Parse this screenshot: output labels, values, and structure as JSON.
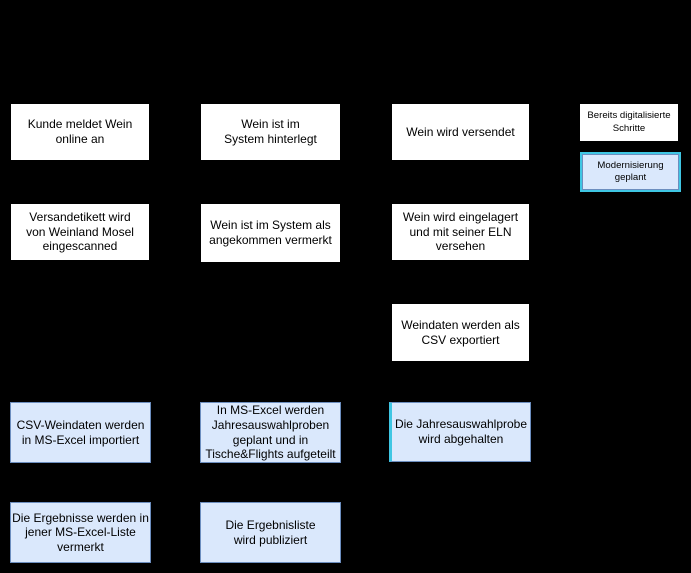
{
  "diagram": {
    "colors": {
      "background": "#000000",
      "box_fill_white": "#ffffff",
      "box_fill_blue": "#dae8fc",
      "box_border_blue": "#6c8ebf",
      "box_border_black": "#000000",
      "highlight_cyan": "#3fc6e3",
      "text": "#000000"
    },
    "nodes": [
      {
        "id": "kunde-anmeldung",
        "status": "digitized",
        "label": "Kunde meldet Wein\nonline an"
      },
      {
        "id": "system-hinterlegt",
        "status": "digitized",
        "label": "Wein ist im\nSystem hinterlegt"
      },
      {
        "id": "wein-versendet",
        "status": "digitized",
        "label": "Wein wird versendet"
      },
      {
        "id": "etikett-eingescanned",
        "status": "digitized",
        "label": "Versandetikett wird\nvon Weinland Mosel\neingescanned"
      },
      {
        "id": "angekommen-vermerkt",
        "status": "digitized",
        "label": "Wein ist im System als\nangekommen vermerkt"
      },
      {
        "id": "eingelagert-eln",
        "status": "digitized",
        "label": "Wein wird eingelagert\nund mit seiner ELN\nversehen"
      },
      {
        "id": "csv-export",
        "status": "digitized",
        "label": "Weindaten werden als\nCSV exportiert"
      },
      {
        "id": "excel-import",
        "status": "planned",
        "label": "CSV-Weindaten werden\nin MS-Excel importiert"
      },
      {
        "id": "excel-planung",
        "status": "planned",
        "label": "In MS-Excel werden\nJahresauswahlproben\ngeplant und in\nTische&Flights aufgeteilt"
      },
      {
        "id": "jahresauswahlprobe",
        "status": "planned",
        "label": "Die Jahresauswahlprobe\nwird abgehalten"
      },
      {
        "id": "ergebnisse-vermerkt",
        "status": "planned",
        "label": "Die Ergebnisse werden in\njener MS-Excel-Liste\nvermerkt"
      },
      {
        "id": "ergebnisliste-publiziert",
        "status": "planned",
        "label": "Die Ergebnisliste\nwird publiziert"
      }
    ],
    "legend": [
      {
        "id": "digitized",
        "label": "Bereits digitalisierte\nSchritte"
      },
      {
        "id": "planned",
        "label": "Modernisierung\ngeplant"
      }
    ]
  }
}
